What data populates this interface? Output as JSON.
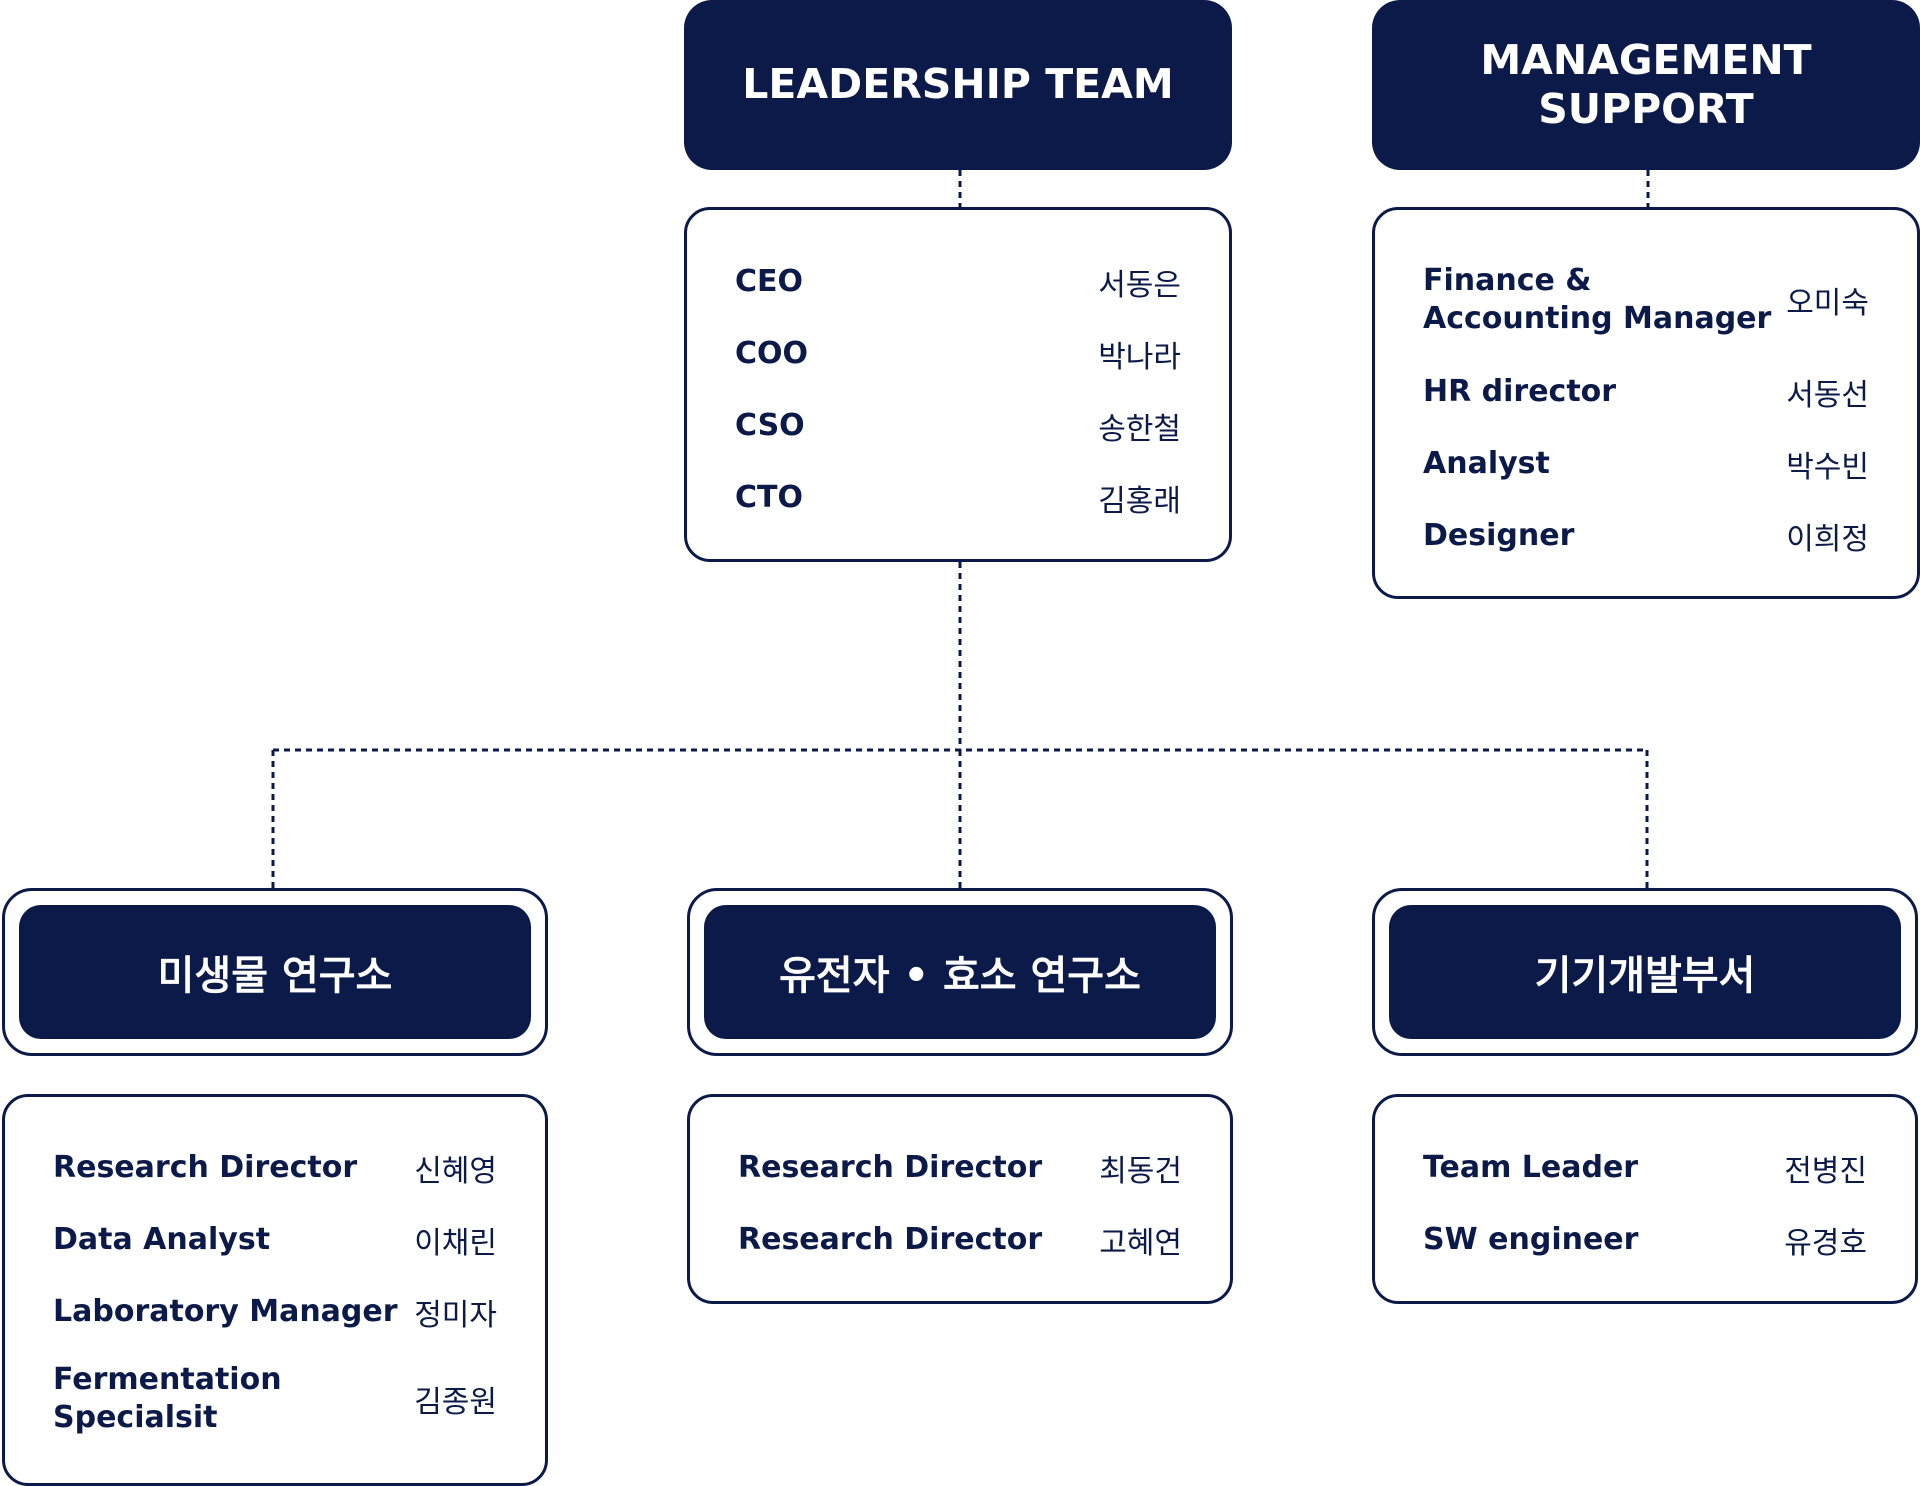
{
  "colors": {
    "navy": "#0b1a48",
    "background": "#ffffff"
  },
  "leadership": {
    "title": "LEADERSHIP TEAM",
    "members": [
      {
        "role": "CEO",
        "name": "서동은"
      },
      {
        "role": "COO",
        "name": "박나라"
      },
      {
        "role": "CSO",
        "name": "송한철"
      },
      {
        "role": "CTO",
        "name": "김홍래"
      }
    ]
  },
  "management": {
    "title_line1": "MANAGEMENT",
    "title_line2": "SUPPORT",
    "members": [
      {
        "role": "Finance &\nAccounting Manager",
        "name": "오미숙"
      },
      {
        "role": "HR director",
        "name": "서동선"
      },
      {
        "role": "Analyst",
        "name": "박수빈"
      },
      {
        "role": "Designer",
        "name": "이희정"
      }
    ]
  },
  "departments": [
    {
      "title": "미생물 연구소",
      "members": [
        {
          "role": "Research Director",
          "name": "신혜영"
        },
        {
          "role": "Data Analyst",
          "name": "이채린"
        },
        {
          "role": "Laboratory Manager",
          "name": "정미자"
        },
        {
          "role": "Fermentation\nSpecialsit",
          "name": "김종원"
        }
      ]
    },
    {
      "title": "유전자 • 효소 연구소",
      "members": [
        {
          "role": "Research Director",
          "name": "최동건"
        },
        {
          "role": "Research Director",
          "name": "고혜연"
        }
      ]
    },
    {
      "title": "기기개발부서",
      "members": [
        {
          "role": "Team Leader",
          "name": "전병진"
        },
        {
          "role": "SW engineer",
          "name": "유경호"
        }
      ]
    }
  ]
}
